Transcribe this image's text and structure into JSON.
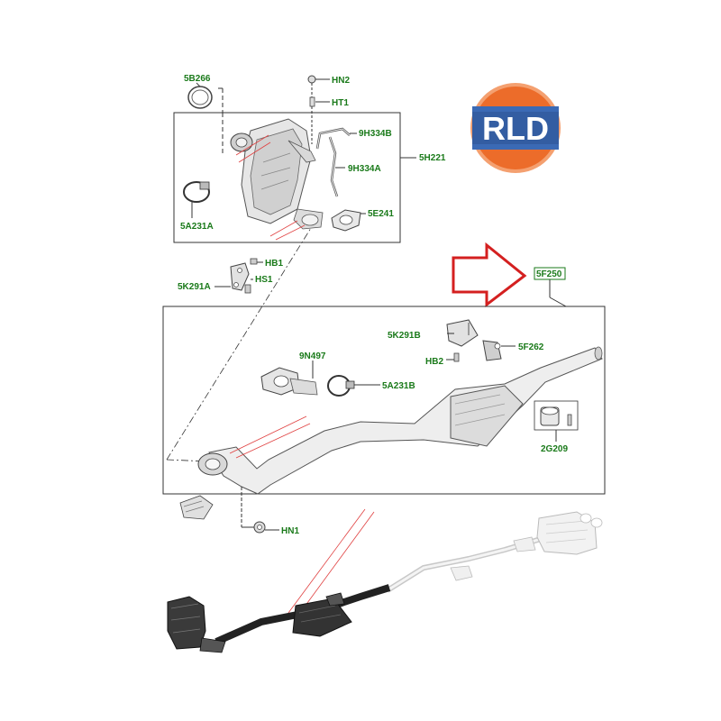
{
  "colors": {
    "label": "#1a7a1a",
    "frame": "#333333",
    "leader": "#444444",
    "red_line": "#e04040",
    "arrow": "#d42020",
    "logo_bg": "#ec6c2a",
    "logo_ring": "#f4a070",
    "logo_band": "#3b6ab5",
    "logo_band_dark": "#24467f",
    "part_stroke": "#555555",
    "part_fill": "#dadada",
    "vehicle_light": "#c8c8c8",
    "vehicle_dark": "#222222"
  },
  "logo": {
    "text": "RLD"
  },
  "top_group": {
    "labels": {
      "5b266": "5B266",
      "hn2": "HN2",
      "ht1": "HT1",
      "9h334b": "9H334B",
      "5h221": "5H221",
      "9h334a": "9H334A",
      "5a231a": "5A231A",
      "5e241": "5E241"
    }
  },
  "bracket_group": {
    "labels": {
      "hb1": "HB1",
      "hs1": "HS1",
      "5k291a": "5K291A"
    }
  },
  "main_group": {
    "labels": {
      "5f250": "5F250",
      "5k291b": "5K291B",
      "5f262": "5F262",
      "hb2": "HB2",
      "9n497": "9N497",
      "5a231b": "5A231B",
      "2g209": "2G209",
      "hn1": "HN1"
    }
  },
  "icons": {
    "arrow": "red-outline-arrow-icon",
    "logo": "rld-logo"
  }
}
